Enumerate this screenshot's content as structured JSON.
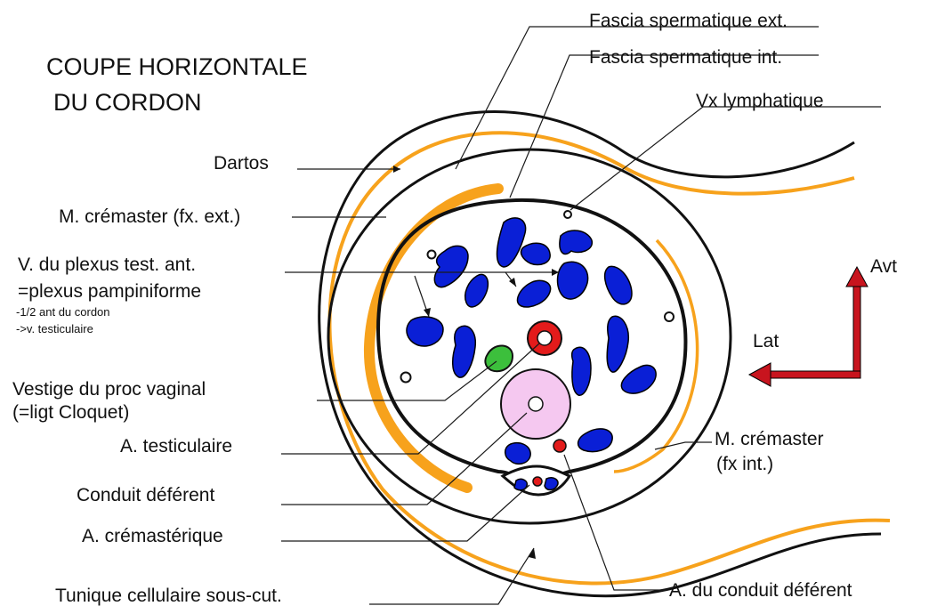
{
  "title": {
    "line1": "COUPE HORIZONTALE",
    "line2": "DU CORDON"
  },
  "labels": {
    "fascia_ext": "Fascia spermatique ext.",
    "fascia_int": "Fascia spermatique int.",
    "vx_lymph": "Vx lymphatique",
    "dartos": "Dartos",
    "m_cremaster_ext": "M. crémaster (fx. ext.)",
    "v_plexus_1": "V. du plexus test. ant.",
    "v_plexus_2": "=plexus pampiniforme",
    "v_plexus_note1": "-1/2 ant du cordon",
    "v_plexus_note2": "->v. testiculaire",
    "vestige_1": "Vestige du proc vaginal",
    "vestige_2": "(=ligt Cloquet)",
    "a_testiculaire": "A. testiculaire",
    "conduit_deferent": "Conduit déférent",
    "a_cremasterique": "A. crémastérique",
    "tunique": "Tunique cellulaire sous-cut.",
    "a_conduit_deferent": "A. du conduit déférent",
    "m_cremaster_int_1": "M. crémaster",
    "m_cremaster_int_2": "(fx int.)"
  },
  "orientation": {
    "avt": "Avt",
    "lat": "Lat"
  },
  "colors": {
    "dartos": "#f7a21c",
    "cremaster": "#f7a21c",
    "veins": "#0a1fd6",
    "artery": "#e31b1b",
    "vestige": "#3cbf3c",
    "deferent": "#f5c8f0",
    "arrows": "#c8141e",
    "outline": "#111111"
  }
}
